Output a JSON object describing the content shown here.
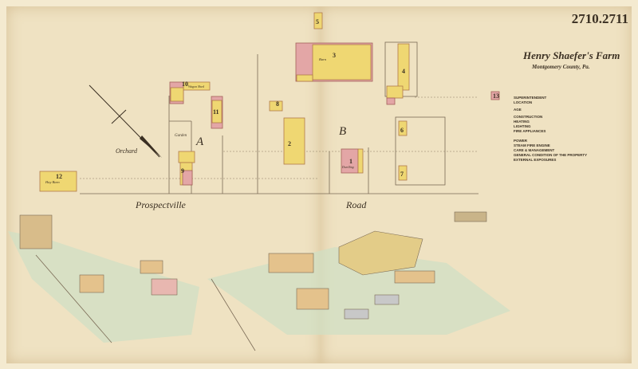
{
  "sheet_number": "2710.2711",
  "title": "Henry Shaefer's Farm",
  "subtitle": "Montgomery County, Pa.",
  "road_labels": {
    "left": "Prospectville",
    "right": "Road"
  },
  "area_labels": {
    "orchard": "Orchard",
    "garden": "Garden",
    "yard_a": "A",
    "yard_b": "B"
  },
  "buildings": [
    {
      "number": "1",
      "use": "Dwelling"
    },
    {
      "number": "2",
      "use": ""
    },
    {
      "number": "3",
      "use": "Barn"
    },
    {
      "number": "4",
      "use": ""
    },
    {
      "number": "5",
      "use": ""
    },
    {
      "number": "6",
      "use": ""
    },
    {
      "number": "7",
      "use": ""
    },
    {
      "number": "8",
      "use": ""
    },
    {
      "number": "9",
      "use": ""
    },
    {
      "number": "10",
      "use": "Wagon Shed"
    },
    {
      "number": "11",
      "use": ""
    },
    {
      "number": "12",
      "use": "Hay Barn"
    },
    {
      "number": "13",
      "use": ""
    }
  ],
  "report_headings": [
    "SUPERINTENDENT",
    "LOCATION",
    "AGE",
    "CONSTRUCTION",
    "HEATING",
    "LIGHTING",
    "FIRE APPLIANCES",
    "POWER",
    "STEAM FIRE ENGINE",
    "CARE & MANAGEMENT",
    "GENERAL CONDITION OF THE PROPERTY",
    "EXTERNAL EXPOSURES"
  ],
  "colors": {
    "paper": "#efe2c2",
    "frame_building": "#efd772",
    "brick_building": "#e3a6a6",
    "lawn": "#cfe0c4"
  }
}
